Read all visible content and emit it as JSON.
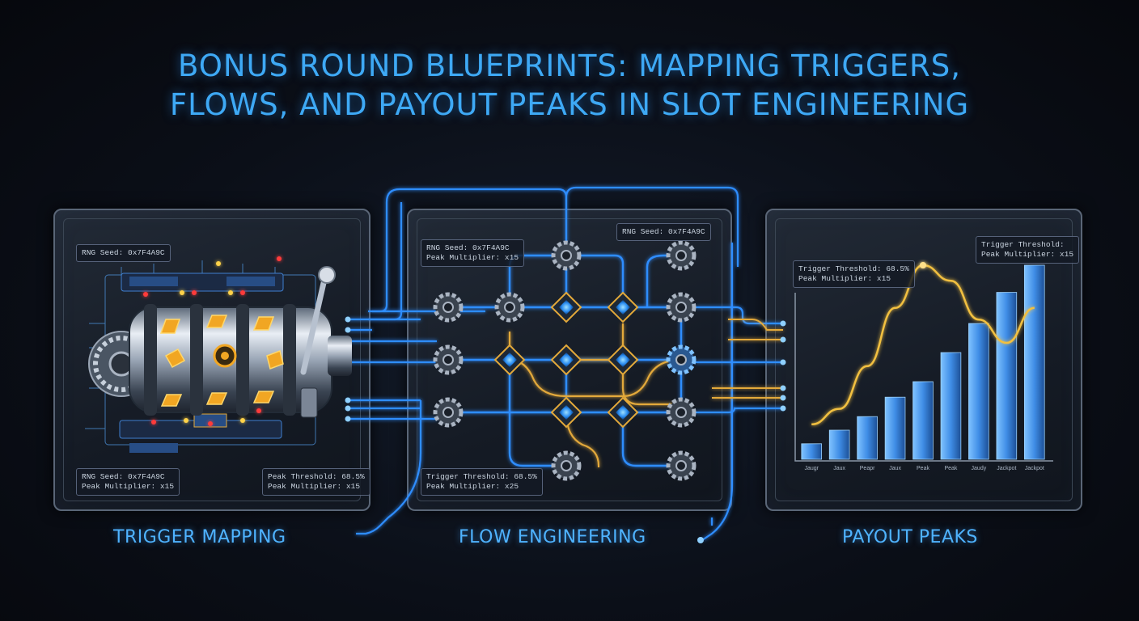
{
  "title": {
    "line1": "BONUS ROUND BLUEPRINTS: MAPPING TRIGGERS,",
    "line2": "FLOWS, AND PAYOUT PEAKS IN SLOT ENGINEERING"
  },
  "panels": {
    "trigger": {
      "caption": "TRIGGER MAPPING",
      "note_top": "RNG Seed: 0x7F4A9C",
      "note_bottom_left": [
        "RNG Seed: 0x7F4A9C",
        "Peak Multiplier: x15"
      ],
      "note_bottom_right": [
        "Peak Threshold: 68.5%",
        "Peak Multiplier: x15"
      ]
    },
    "flow": {
      "caption": "FLOW ENGINEERING",
      "note_top_left": [
        "RNG Seed: 0x7F4A9C",
        "Peak Multiplier: x15"
      ],
      "note_top_right": "RNG Seed: 0x7F4A9C",
      "note_bottom": [
        "Trigger Threshold: 68.5%",
        "Peak Multiplier: x25"
      ]
    },
    "payout": {
      "caption": "PAYOUT PEAKS",
      "note_left": [
        "Trigger Threshold: 68.5%",
        "Peak Multiplier: x15"
      ],
      "note_right": [
        "Trigger Threshold:",
        "Peak Multiplier: x15"
      ]
    }
  },
  "icons": {
    "gear": "gear-icon",
    "diamond": "diamond-icon",
    "slot": "slot-machine-icon"
  },
  "colors": {
    "title": "#3ea9f5",
    "blue_line": "#2f8dff",
    "gold_line": "#e3a93a",
    "bar": "#3f8de6",
    "curve": "#f2c041"
  },
  "chart_data": {
    "type": "bar",
    "categories": [
      "Jaugr",
      "Jaux",
      "Peapr",
      "Jaux",
      "Peak",
      "Peak",
      "Jaudy",
      "Jackpot",
      "Jackpot"
    ],
    "values": [
      8,
      15,
      22,
      32,
      40,
      55,
      70,
      86,
      100
    ],
    "curve": [
      18,
      26,
      48,
      78,
      100,
      92,
      72,
      60,
      78
    ],
    "ylim": [
      0,
      100
    ],
    "grid": false
  }
}
